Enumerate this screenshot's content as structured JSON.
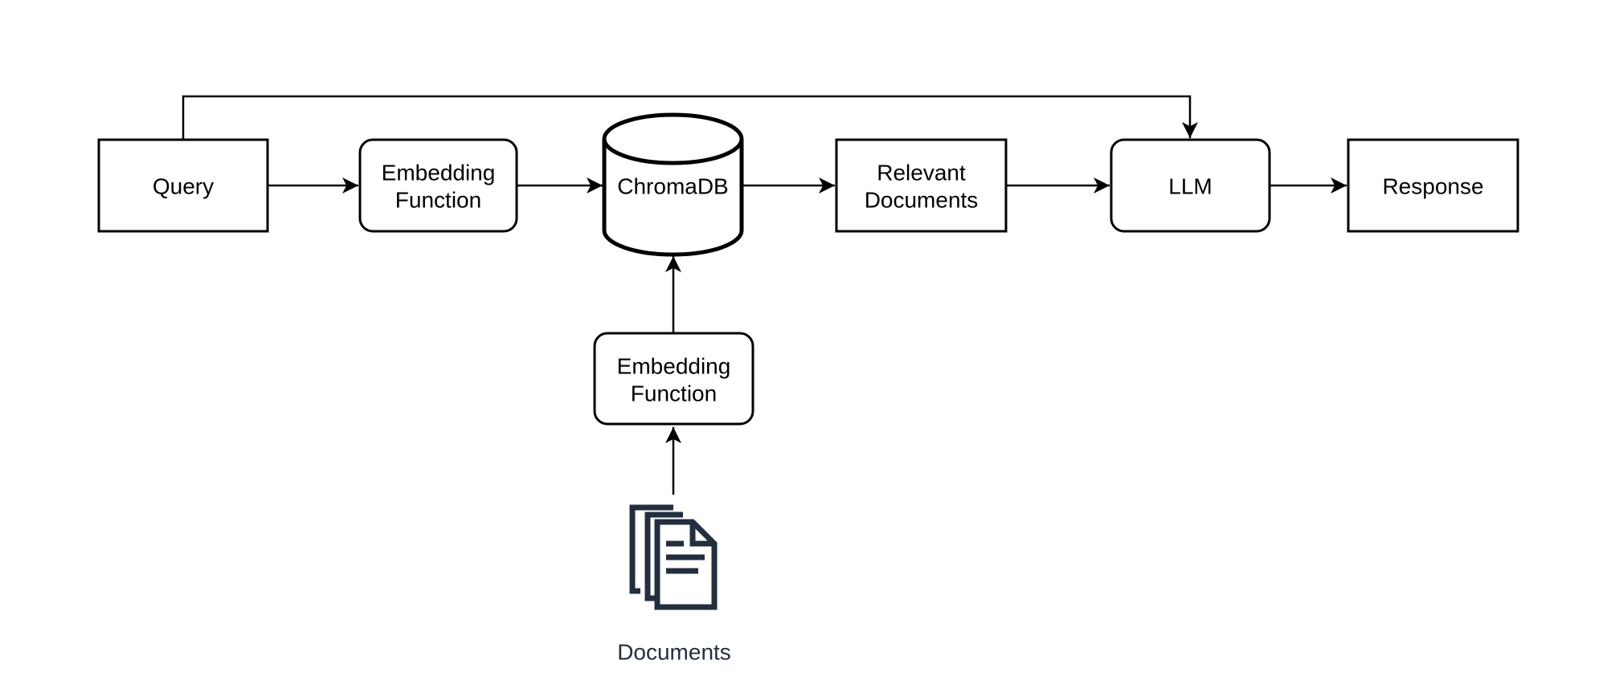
{
  "colors": {
    "background": "#ffffff",
    "stroke": "#000000",
    "box_fill": "#ffffff",
    "documents_icon": "#232f3e"
  },
  "nodes": {
    "query": {
      "label": "Query",
      "shape": "rectangle"
    },
    "embedding_function_query": {
      "line1": "Embedding",
      "line2": "Function",
      "shape": "rounded-rectangle"
    },
    "chromadb": {
      "label": "ChromaDB",
      "shape": "cylinder"
    },
    "relevant_documents": {
      "line1": "Relevant",
      "line2": "Documents",
      "shape": "rectangle"
    },
    "llm": {
      "label": "LLM",
      "shape": "rounded-rectangle"
    },
    "response": {
      "label": "Response",
      "shape": "rectangle"
    },
    "embedding_function_ingest": {
      "line1": "Embedding",
      "line2": "Function",
      "shape": "rounded-rectangle"
    },
    "documents": {
      "label": "Documents",
      "shape": "documents-icon"
    }
  },
  "edges": [
    {
      "from": "query",
      "to": "embedding_function_query"
    },
    {
      "from": "embedding_function_query",
      "to": "chromadb"
    },
    {
      "from": "chromadb",
      "to": "relevant_documents"
    },
    {
      "from": "relevant_documents",
      "to": "llm"
    },
    {
      "from": "llm",
      "to": "response"
    },
    {
      "from": "query",
      "to": "llm"
    },
    {
      "from": "documents",
      "to": "embedding_function_ingest"
    },
    {
      "from": "embedding_function_ingest",
      "to": "chromadb"
    }
  ]
}
